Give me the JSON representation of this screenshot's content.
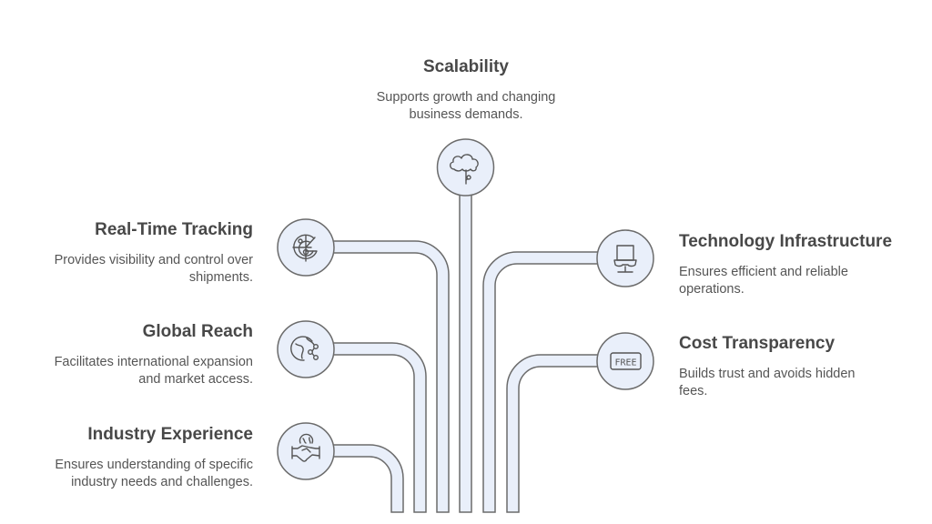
{
  "colors": {
    "pipe_fill": "#e9effa",
    "stroke": "#6b6b6b",
    "title_text": "#484848",
    "desc_text": "#555555"
  },
  "top": {
    "title": "Scalability",
    "description_lines": [
      "Supports growth and changing",
      "business demands."
    ],
    "icon": "cloud-tree-icon"
  },
  "left": [
    {
      "title": "Real-Time Tracking",
      "description_lines": [
        "Provides visibility and control over",
        "shipments."
      ],
      "icon": "radar-icon"
    },
    {
      "title": "Global Reach",
      "description_lines": [
        "Facilitates international expansion",
        "and market access."
      ],
      "icon": "globe-network-icon"
    },
    {
      "title": "Industry Experience",
      "description_lines": [
        "Ensures understanding of specific",
        "industry needs and challenges."
      ],
      "icon": "handshake-globe-icon"
    }
  ],
  "right": [
    {
      "title": "Technology Infrastructure",
      "description_lines": [
        "Ensures efficient and reliable",
        "operations."
      ],
      "icon": "monitor-icon"
    },
    {
      "title": "Cost Transparency",
      "description_lines": [
        "Builds trust and avoids hidden",
        "fees."
      ],
      "icon": "free-tag-icon",
      "icon_text": "FREE"
    }
  ]
}
